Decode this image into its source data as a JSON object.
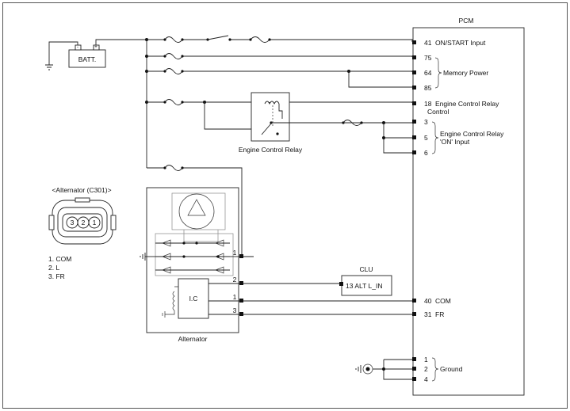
{
  "pcm": {
    "title": "PCM",
    "pins": [
      {
        "num": "41",
        "label": "ON/START Input"
      },
      {
        "num": "75",
        "label": ""
      },
      {
        "num": "64",
        "label": ""
      },
      {
        "num": "85",
        "label": ""
      },
      {
        "num": "18",
        "label": "Engine Control Relay"
      },
      {
        "num": "3",
        "label": ""
      },
      {
        "num": "5",
        "label": ""
      },
      {
        "num": "6",
        "label": ""
      },
      {
        "num": "40",
        "label": "COM"
      },
      {
        "num": "31",
        "label": "FR"
      },
      {
        "num": "1",
        "label": ""
      },
      {
        "num": "2",
        "label": ""
      },
      {
        "num": "4",
        "label": ""
      }
    ],
    "relay_control_line2": "Control",
    "memory_power_label": "Memory Power",
    "ecr_on_input_line1": "Engine Control Relay",
    "ecr_on_input_line2": "'ON' Input",
    "ground_label": "Ground"
  },
  "battery": {
    "label": "BATT.",
    "minus": "-",
    "plus": "+"
  },
  "relay": {
    "label": "Engine Control Relay"
  },
  "alternator": {
    "label": "Alternator",
    "ic_label": "I.C",
    "pins": [
      "1",
      "2",
      "1",
      "3"
    ]
  },
  "connector": {
    "title": "<Alternator (C301)>",
    "pin_numbers": [
      "3",
      "2",
      "1"
    ],
    "legend": [
      "1. COM",
      "2. L",
      "3. FR"
    ]
  },
  "clu": {
    "title": "CLU",
    "pin_label": "13 ALT L_IN"
  }
}
